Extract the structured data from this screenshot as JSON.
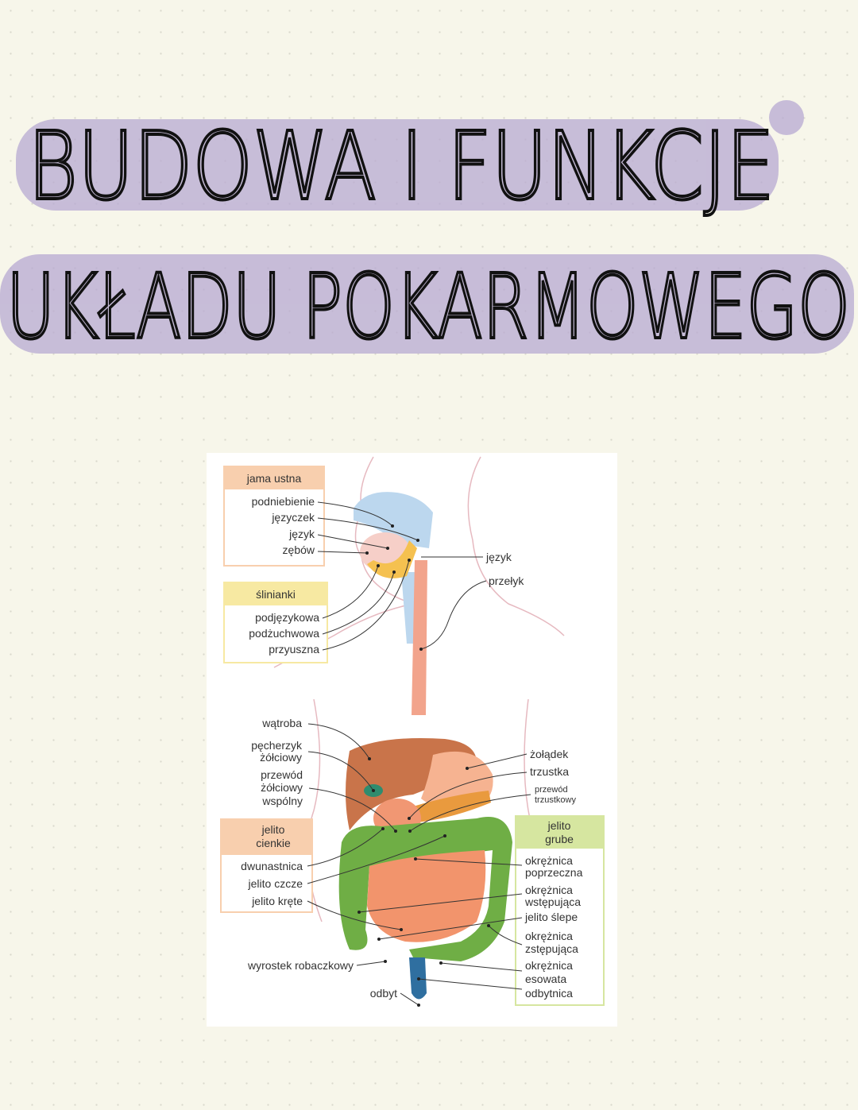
{
  "title": {
    "line1": "BUDOWA I FUNKCJE",
    "line2": "UKŁADU POKARMOWEGO",
    "highlight_color": "#b7a9d2"
  },
  "diagram": {
    "groups": {
      "jama_ustna": {
        "header": "jama ustna",
        "color": "#f8cfae",
        "items": [
          "podniebienie",
          "języczek",
          "język",
          "zębów"
        ]
      },
      "slinianki": {
        "header": "ślinianki",
        "color": "#f7e9a2",
        "items": [
          "podjęzykowa",
          "podżuchwowa",
          "przyuszna"
        ]
      },
      "jelito_cienkie": {
        "header_line1": "jelito",
        "header_line2": "cienkie",
        "color": "#f8cfae",
        "items": [
          "dwunastnica",
          "jelito czcze",
          "jelito kręte"
        ]
      },
      "jelito_grube": {
        "header_line1": "jelito",
        "header_line2": "grube",
        "color": "#d6e6a0",
        "items": [
          [
            "okrężnica",
            "poprzeczna"
          ],
          [
            "okrężnica",
            "wstępująca"
          ],
          [
            "jelito ślepe"
          ],
          [
            "okrężnica",
            "zstępująca"
          ],
          [
            "okrężnica",
            "esowata"
          ],
          [
            "odbytnica"
          ]
        ]
      }
    },
    "labels": {
      "jezyk_right": "język",
      "przelyk": "przełyk",
      "watroba": "wątroba",
      "pecherzyk": [
        "pęcherzyk",
        "żółciowy"
      ],
      "przewod_zolciowy": [
        "przewód",
        "żółciowy",
        "wspólny"
      ],
      "zoladek": "żołądek",
      "trzustka": "trzustka",
      "przewod_trzustkowy": [
        "przewód",
        "trzustkowy"
      ],
      "wyrostek": "wyrostek robaczkowy",
      "odbyt": "odbyt"
    }
  }
}
